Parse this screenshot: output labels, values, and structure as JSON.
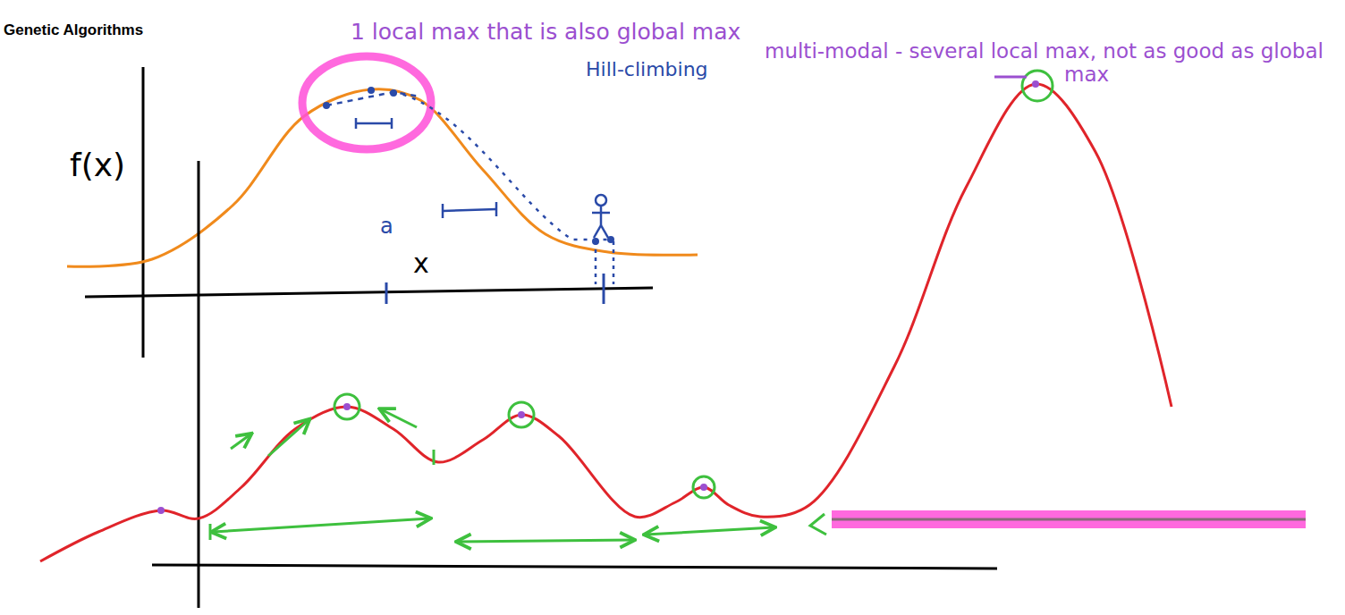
{
  "diagram": {
    "title": "Genetic Algorithms",
    "labels": [
      "1 local max that is also global max",
      "Hill-climbing",
      "f(x)",
      "a",
      "x",
      "multi-modal - several local max, not as good as global max"
    ]
  }
}
